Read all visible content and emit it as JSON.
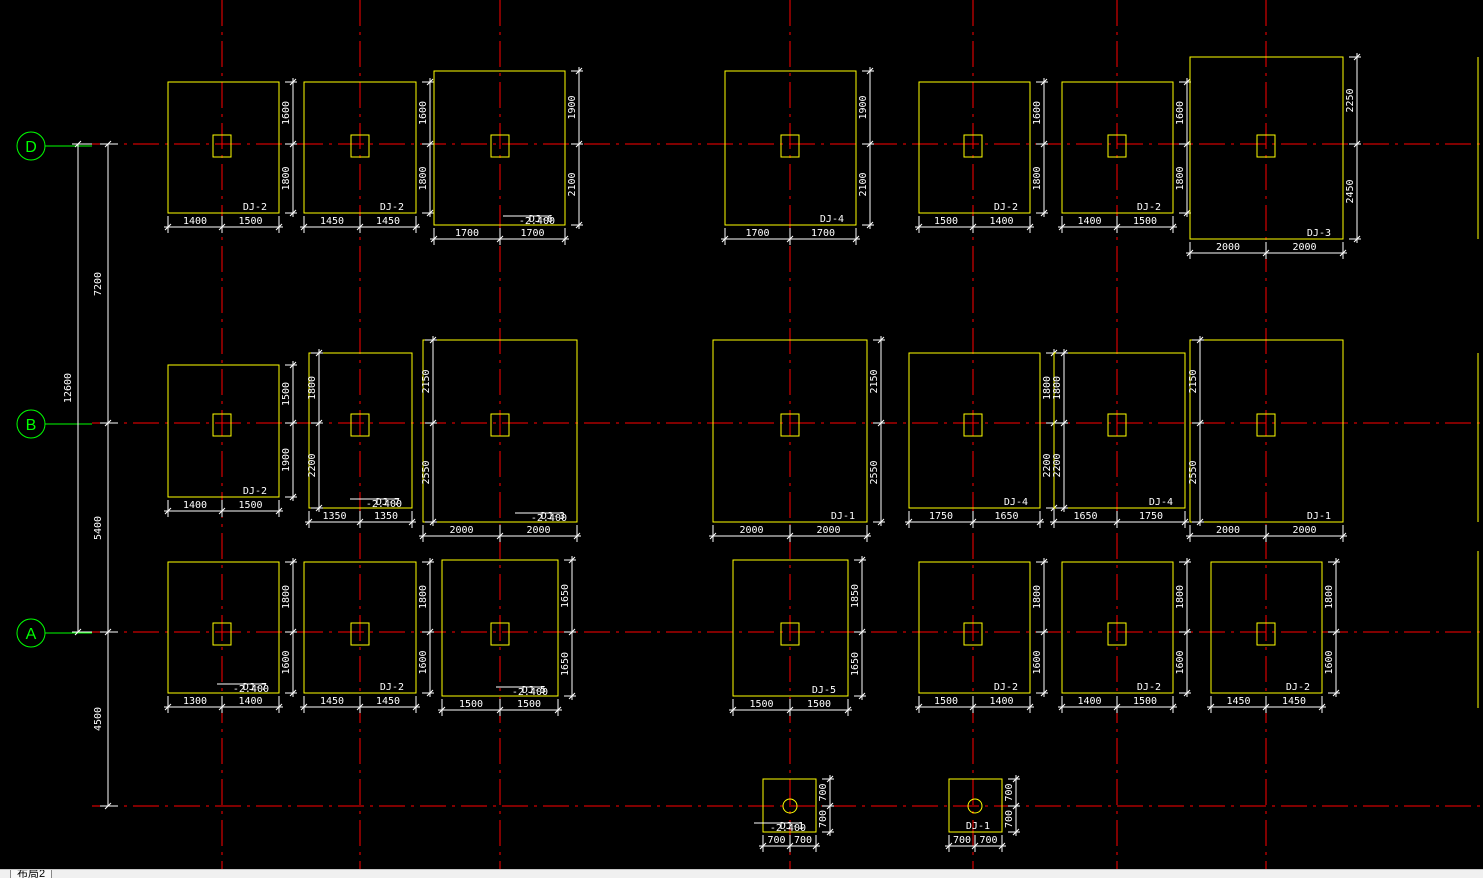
{
  "axes": [
    {
      "label": "D"
    },
    {
      "label": "B"
    },
    {
      "label": "A"
    }
  ],
  "overall_dims": {
    "bay_DB": "7200",
    "bay_BA": "5400",
    "bay_A_bottom": "4500",
    "total": "12600"
  },
  "colors": {
    "axis": "#ff0000",
    "footing": "#ffff00",
    "dim": "#ffffff",
    "bubble": "#00ff00"
  },
  "footings": [
    {
      "name": "DJ-2",
      "xl": "1400",
      "xr": "1500",
      "yt": "1600",
      "yb": "1800",
      "elev": ""
    },
    {
      "name": "DJ-2",
      "xl": "1450",
      "xr": "1450",
      "yt": "1600",
      "yb": "1800",
      "elev": ""
    },
    {
      "name": "DJ-6",
      "xl": "1700",
      "xr": "1700",
      "yt": "1900",
      "yb": "2100",
      "elev": "-2.400"
    },
    {
      "name": "DJ-4",
      "xl": "1700",
      "xr": "1700",
      "yt": "1900",
      "yb": "2100",
      "elev": ""
    },
    {
      "name": "DJ-2",
      "xl": "1500",
      "xr": "1400",
      "yt": "1600",
      "yb": "1800",
      "elev": ""
    },
    {
      "name": "DJ-2",
      "xl": "1400",
      "xr": "1500",
      "yt": "1600",
      "yb": "1800",
      "elev": ""
    },
    {
      "name": "DJ-3",
      "xl": "2000",
      "xr": "2000",
      "yt": "2250",
      "yb": "2450",
      "elev": ""
    },
    {
      "name": "DJ-2",
      "xl": "1400",
      "xr": "1500",
      "yt": "1500",
      "yb": "1900",
      "elev": ""
    },
    {
      "name": "DJ-7",
      "xl": "1350",
      "xr": "1350",
      "yt": "1800",
      "yb": "2200",
      "elev": "-2.400"
    },
    {
      "name": "DJ-3",
      "xl": "2000",
      "xr": "2000",
      "yt": "2150",
      "yb": "2550",
      "elev": "-2.400"
    },
    {
      "name": "DJ-1",
      "xl": "2000",
      "xr": "2000",
      "yt": "2150",
      "yb": "2550",
      "elev": ""
    },
    {
      "name": "DJ-4",
      "xl": "1750",
      "xr": "1650",
      "yt": "1800",
      "yb": "2200",
      "elev": ""
    },
    {
      "name": "DJ-4",
      "xl": "1650",
      "xr": "1750",
      "yt": "1800",
      "yb": "2200",
      "elev": ""
    },
    {
      "name": "DJ-1",
      "xl": "2000",
      "xr": "2000",
      "yt": "2150",
      "yb": "2550",
      "elev": ""
    },
    {
      "name": "DJ-7",
      "xl": "1300",
      "xr": "1400",
      "yt": "1800",
      "yb": "1600",
      "elev": "-2.400"
    },
    {
      "name": "DJ-2",
      "xl": "1450",
      "xr": "1450",
      "yt": "1800",
      "yb": "1600",
      "elev": ""
    },
    {
      "name": "DJ-5",
      "xl": "1500",
      "xr": "1500",
      "yt": "1650",
      "yb": "1650",
      "elev": "-2.400"
    },
    {
      "name": "DJ-5",
      "xl": "1500",
      "xr": "1500",
      "yt": "1850",
      "yb": "1650",
      "elev": ""
    },
    {
      "name": "DJ-2",
      "xl": "1500",
      "xr": "1400",
      "yt": "1800",
      "yb": "1600",
      "elev": ""
    },
    {
      "name": "DJ-2",
      "xl": "1400",
      "xr": "1500",
      "yt": "1800",
      "yb": "1600",
      "elev": ""
    },
    {
      "name": "DJ-2",
      "xl": "1450",
      "xr": "1450",
      "yt": "1800",
      "yb": "1600",
      "elev": ""
    },
    {
      "name": "DJ-1",
      "xl": "700",
      "xr": "700",
      "yt": "700",
      "yb": "700",
      "elev": "-2.400"
    },
    {
      "name": "DJ-1",
      "xl": "700",
      "xr": "700",
      "yt": "700",
      "yb": "700",
      "elev": ""
    }
  ],
  "tab": {
    "label": "布局2"
  }
}
